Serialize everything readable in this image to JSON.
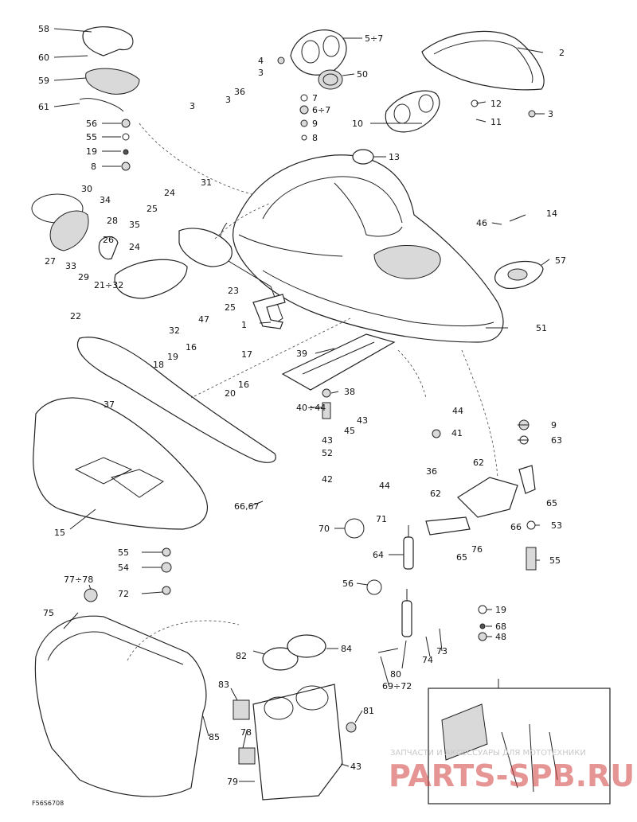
{
  "labels": [
    {
      "id": "l1",
      "text": "58"
    },
    {
      "id": "l2",
      "text": "60"
    },
    {
      "id": "l3",
      "text": "59"
    },
    {
      "id": "l4",
      "text": "61"
    },
    {
      "id": "l5",
      "text": "56"
    },
    {
      "id": "l6",
      "text": "55"
    },
    {
      "id": "l7",
      "text": "19"
    },
    {
      "id": "l8",
      "text": "8"
    },
    {
      "id": "l9",
      "text": "4"
    },
    {
      "id": "l10",
      "text": "3"
    },
    {
      "id": "l11",
      "text": "5÷7"
    },
    {
      "id": "l12",
      "text": "50"
    },
    {
      "id": "l13",
      "text": "7"
    },
    {
      "id": "l14",
      "text": "6÷7"
    },
    {
      "id": "l15",
      "text": "9"
    },
    {
      "id": "l16",
      "text": "8"
    },
    {
      "id": "l17",
      "text": "10"
    },
    {
      "id": "l18",
      "text": "2"
    },
    {
      "id": "l19",
      "text": "12"
    },
    {
      "id": "l20",
      "text": "3"
    },
    {
      "id": "l21",
      "text": "11"
    },
    {
      "id": "l22",
      "text": "3"
    },
    {
      "id": "l23",
      "text": "3"
    },
    {
      "id": "l24",
      "text": "36"
    },
    {
      "id": "l25",
      "text": "13"
    },
    {
      "id": "l26",
      "text": "30"
    },
    {
      "id": "l27",
      "text": "34"
    },
    {
      "id": "l28",
      "text": "28"
    },
    {
      "id": "l29",
      "text": "27"
    },
    {
      "id": "l30",
      "text": "33"
    },
    {
      "id": "l31",
      "text": "26"
    },
    {
      "id": "l32",
      "text": "29"
    },
    {
      "id": "l33",
      "text": "21÷32"
    },
    {
      "id": "l34",
      "text": "22"
    },
    {
      "id": "l35",
      "text": "24"
    },
    {
      "id": "l36",
      "text": "31"
    },
    {
      "id": "l37",
      "text": "25"
    },
    {
      "id": "l38",
      "text": "35"
    },
    {
      "id": "l39",
      "text": "24"
    },
    {
      "id": "l40",
      "text": "23"
    },
    {
      "id": "l41",
      "text": "25"
    },
    {
      "id": "l42",
      "text": "32"
    },
    {
      "id": "l43",
      "text": "47"
    },
    {
      "id": "l44",
      "text": "46"
    },
    {
      "id": "l45",
      "text": "14"
    },
    {
      "id": "l46",
      "text": "57"
    },
    {
      "id": "l47",
      "text": "1"
    },
    {
      "id": "l48",
      "text": "51"
    },
    {
      "id": "l49",
      "text": "16"
    },
    {
      "id": "l50",
      "text": "19"
    },
    {
      "id": "l51",
      "text": "17"
    },
    {
      "id": "l52",
      "text": "18"
    },
    {
      "id": "l53",
      "text": "20"
    },
    {
      "id": "l54",
      "text": "16"
    },
    {
      "id": "l55",
      "text": "37"
    },
    {
      "id": "l56",
      "text": "39"
    },
    {
      "id": "l57",
      "text": "38"
    },
    {
      "id": "l58",
      "text": "40÷44"
    },
    {
      "id": "l59",
      "text": "44"
    },
    {
      "id": "l60",
      "text": "43"
    },
    {
      "id": "l61",
      "text": "45"
    },
    {
      "id": "l62",
      "text": "41"
    },
    {
      "id": "l63",
      "text": "43"
    },
    {
      "id": "l64",
      "text": "52"
    },
    {
      "id": "l65",
      "text": "42"
    },
    {
      "id": "l66",
      "text": "44"
    },
    {
      "id": "l67",
      "text": "36"
    },
    {
      "id": "l68",
      "text": "9"
    },
    {
      "id": "l69",
      "text": "63"
    },
    {
      "id": "l70",
      "text": "62"
    },
    {
      "id": "l71",
      "text": "62"
    },
    {
      "id": "l72",
      "text": "65"
    },
    {
      "id": "l73",
      "text": "66"
    },
    {
      "id": "l74",
      "text": "53"
    },
    {
      "id": "l75",
      "text": "15"
    },
    {
      "id": "l76",
      "text": "66,67"
    },
    {
      "id": "l77",
      "text": "71"
    },
    {
      "id": "l78",
      "text": "70"
    },
    {
      "id": "l79",
      "text": "64"
    },
    {
      "id": "l80",
      "text": "65"
    },
    {
      "id": "l81",
      "text": "76"
    },
    {
      "id": "l82",
      "text": "55"
    },
    {
      "id": "l83",
      "text": "55"
    },
    {
      "id": "l84",
      "text": "54"
    },
    {
      "id": "l85",
      "text": "72"
    },
    {
      "id": "l86",
      "text": "56"
    },
    {
      "id": "l87",
      "text": "19"
    },
    {
      "id": "l88",
      "text": "68"
    },
    {
      "id": "l89",
      "text": "48"
    },
    {
      "id": "l90",
      "text": "77÷78"
    },
    {
      "id": "l91",
      "text": "75"
    },
    {
      "id": "l92",
      "text": "74"
    },
    {
      "id": "l93",
      "text": "73"
    },
    {
      "id": "l94",
      "text": "69÷72"
    },
    {
      "id": "l95",
      "text": "80"
    },
    {
      "id": "l96",
      "text": "82"
    },
    {
      "id": "l97",
      "text": "84"
    },
    {
      "id": "l98",
      "text": "83"
    },
    {
      "id": "l99",
      "text": "78"
    },
    {
      "id": "l100",
      "text": "79"
    },
    {
      "id": "l101",
      "text": "85"
    },
    {
      "id": "l102",
      "text": "81"
    },
    {
      "id": "l103",
      "text": "43"
    }
  ],
  "watermark": {
    "line1": "ЗАПЧАСТИ И АКСЕССУАРЫ ДЛЯ МОТОТЕХНИКИ",
    "line2": "PARTS-SPB.RU"
  },
  "drawing_code": "F56S6708"
}
